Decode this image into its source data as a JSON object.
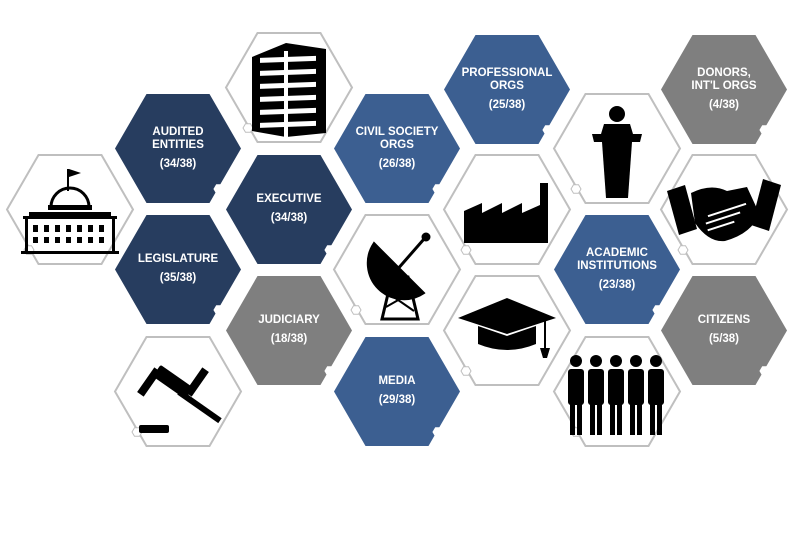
{
  "colors": {
    "dark": "#273d5f",
    "mid": "#3c5f91",
    "gray": "#7f7f7f",
    "outline": "#bfbfbf",
    "icon": "#000000"
  },
  "stakeholders": [
    {
      "id": "audited-entities",
      "title": "AUDITED\nENTITIES",
      "count": "(34/38)",
      "tone": "dark"
    },
    {
      "id": "legislature",
      "title": "LEGISLATURE",
      "count": "(35/38)",
      "tone": "dark"
    },
    {
      "id": "executive",
      "title": "EXECUTIVE",
      "count": "(34/38)",
      "tone": "dark"
    },
    {
      "id": "judiciary",
      "title": "JUDICIARY",
      "count": "(18/38)",
      "tone": "gray"
    },
    {
      "id": "civil-society-orgs",
      "title": "CIVIL SOCIETY\nORGS",
      "count": "(26/38)",
      "tone": "mid"
    },
    {
      "id": "media",
      "title": "MEDIA",
      "count": "(29/38)",
      "tone": "mid"
    },
    {
      "id": "professional-orgs",
      "title": "PROFESSIONAL\nORGS",
      "count": "(25/38)",
      "tone": "mid"
    },
    {
      "id": "academic-institutions",
      "title": "ACADEMIC\nINSTITUTIONS",
      "count": "(23/38)",
      "tone": "mid"
    },
    {
      "id": "donors-intl-orgs",
      "title": "DONORS,\nINT'L ORGS",
      "count": "(4/38)",
      "tone": "gray"
    },
    {
      "id": "citizens",
      "title": "CITIZENS",
      "count": "(5/38)",
      "tone": "gray"
    }
  ],
  "icons": [
    {
      "id": "capitol",
      "name": "capitol-building-icon"
    },
    {
      "id": "office",
      "name": "office-building-icon"
    },
    {
      "id": "gavel",
      "name": "gavel-icon"
    },
    {
      "id": "dish",
      "name": "satellite-dish-icon"
    },
    {
      "id": "factory",
      "name": "factory-icon"
    },
    {
      "id": "podium",
      "name": "podium-speaker-icon"
    },
    {
      "id": "gradcap",
      "name": "graduation-cap-icon"
    },
    {
      "id": "handshake",
      "name": "handshake-icon"
    },
    {
      "id": "people",
      "name": "people-group-icon"
    }
  ]
}
